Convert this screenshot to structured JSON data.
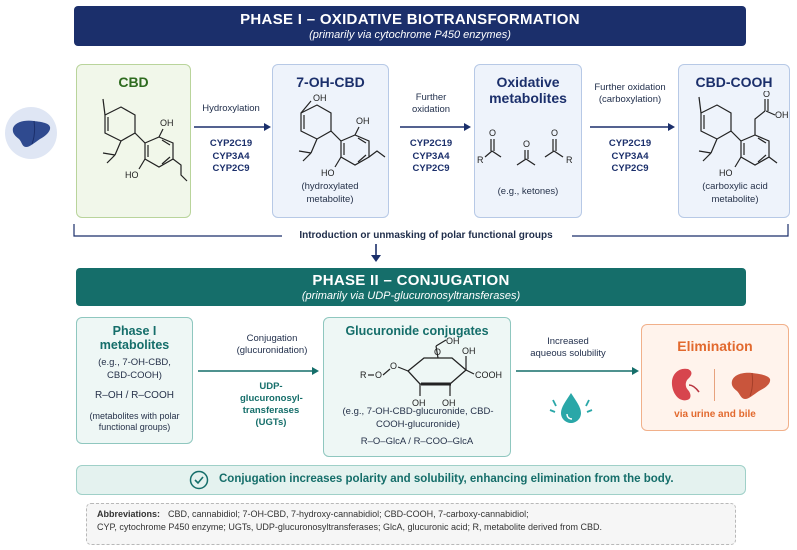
{
  "phase1": {
    "title": "PHASE I – OXIDATIVE BIOTRANSFORMATION",
    "subtitle": "(primarily via cytochrome P450 enzymes)",
    "cbd": {
      "title": "CBD",
      "oh": "OH",
      "ho": "HO"
    },
    "hydroxylation": {
      "label": "Hydroxylation",
      "enzymes": [
        "CYP2C19",
        "CYP3A4",
        "CYP2C9"
      ]
    },
    "ohcbd": {
      "title": "7-OH-CBD",
      "oh1": "OH",
      "oh2": "OH",
      "ho": "HO",
      "caption": "(hydroxylated metabolite)"
    },
    "further_oxidation": {
      "label": "Further oxidation",
      "enzymes": [
        "CYP2C19",
        "CYP3A4",
        "CYP2C9"
      ]
    },
    "oxidative": {
      "title": "Oxidative metabolites",
      "caption": "(e.g., ketones)",
      "o": "O",
      "r": "R"
    },
    "carboxylation": {
      "label": "Further oxidation (carboxylation)",
      "enzymes": [
        "CYP2C19",
        "CYP3A4",
        "CYP2C9"
      ]
    },
    "cooh": {
      "title": "CBD-COOH",
      "o": "O",
      "oh": "OH",
      "ho": "HO",
      "caption": "(carboxylic acid metabolite)"
    },
    "bracket_label": "Introduction or unmasking of polar functional groups"
  },
  "phase2": {
    "title": "PHASE II – CONJUGATION",
    "subtitle": "(primarily via UDP-glucuronosyltransferases)",
    "metabolites": {
      "title": "Phase I metabolites",
      "examples": "(e.g., 7-OH-CBD, CBD-COOH)",
      "formula": "R–OH / R–COOH",
      "note": "(metabolites with polar functional groups)"
    },
    "conjugation": {
      "label": "Conjugation (glucuronidation)",
      "enzyme": "UDP-glucuronosyl-transferases (UGTs)"
    },
    "glucuronide": {
      "title": "Glucuronide conjugates",
      "caption": "(e.g., 7-OH-CBD-glucuronide, CBD-COOH-glucuronide)",
      "formula": "R–O–GlcA  /  R–COO–GlcA",
      "r": "R",
      "o": "O",
      "oh": "OH",
      "cooh": "COOH",
      "ring_o": "O"
    },
    "solubility": "Increased aqueous solubility",
    "elimination": {
      "title": "Elimination",
      "caption": "via urine and bile"
    }
  },
  "summary": "Conjugation increases polarity and solubility, enhancing elimination from the body.",
  "abbreviations": {
    "label": "Abbreviations:",
    "text1": "CBD, cannabidiol; 7-OH-CBD, 7-hydroxy-cannabidiol; CBD-COOH, 7-carboxy-cannabidiol;",
    "text2": "CYP, cytochrome P450 enzyme; UGTs, UDP-glucuronosyltransferases; GlcA, glucuronic acid; R, metabolite derived from CBD."
  },
  "colors": {
    "navy": "#1b2f6b",
    "teal": "#156e6a",
    "orange": "#e2692e",
    "green": "#2e6b1f"
  }
}
